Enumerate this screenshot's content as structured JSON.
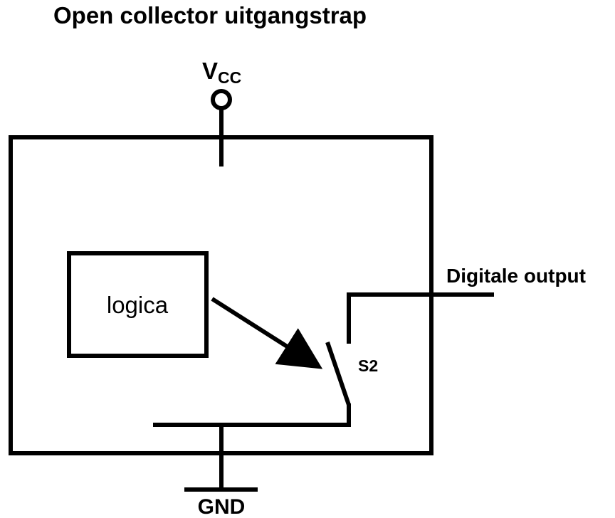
{
  "title": "Open collector uitgangstrap",
  "vcc": {
    "main": "V",
    "sub": "CC"
  },
  "logic_block_label": "logica",
  "output_label": "Digitale output",
  "switch_label": "S2",
  "ground_label": "GND"
}
